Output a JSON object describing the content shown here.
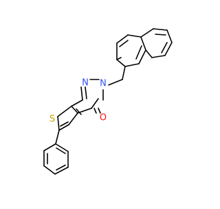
{
  "molecule": {
    "atom_labels": {
      "nitrogen_ring": "N",
      "nitrogen_substituted": "N",
      "sulfur": "S",
      "oxygen": "O"
    },
    "colors": {
      "bond": "#000000",
      "nitrogen": "#3050F8",
      "sulfur": "#C6A000",
      "oxygen": "#FF0D0D"
    }
  }
}
